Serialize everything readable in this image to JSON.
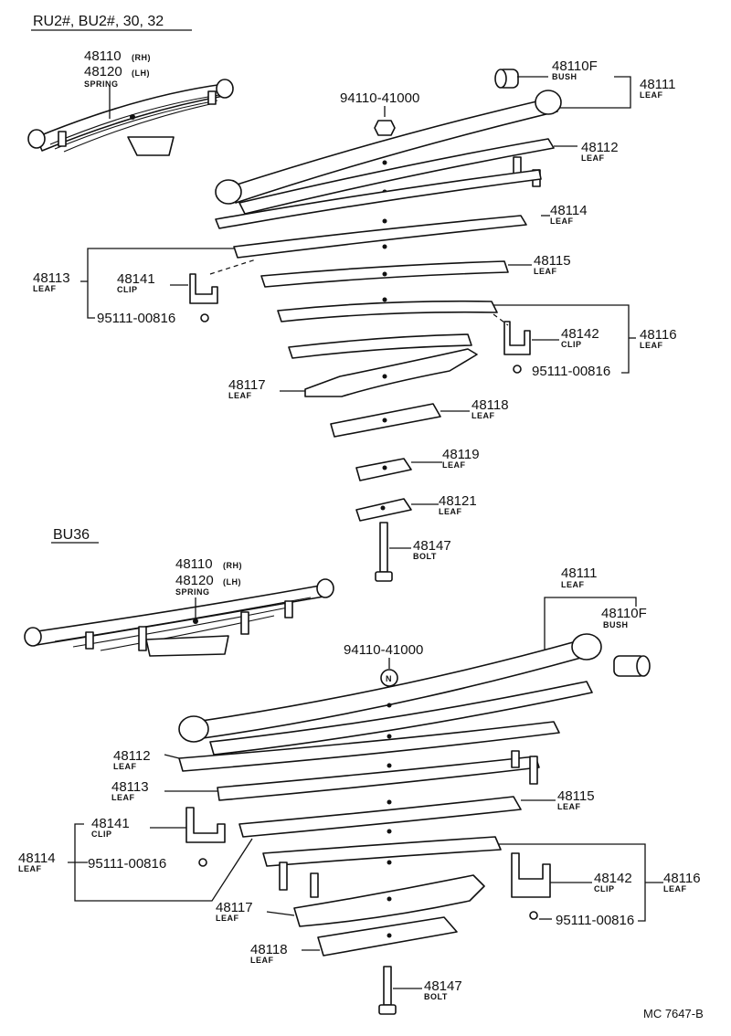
{
  "headers": {
    "section1": "RU2#, BU2#, 30, 32",
    "section2": "BU36",
    "footer": "MC 7647-B"
  },
  "section1": {
    "spring_rh": "48110",
    "spring_rh_suffix": "(RH)",
    "spring_lh": "48120",
    "spring_lh_suffix": "(LH)",
    "spring_sub": "SPRING",
    "bush": "48110F",
    "bush_sub": "BUSH",
    "leaf_48111": "48111",
    "leaf_48112": "48112",
    "leaf_48113": "48113",
    "leaf_48114": "48114",
    "leaf_48115": "48115",
    "leaf_48116": "48116",
    "leaf_48117": "48117",
    "leaf_48118": "48118",
    "leaf_48119": "48119",
    "leaf_48121": "48121",
    "clip_48141": "48141",
    "clip_48142": "48142",
    "nut": "94110-41000",
    "bolt_a": "95111-00816",
    "bolt_b": "95111-00816",
    "bolt_48147": "48147",
    "leaf_sub": "LEAF",
    "clip_sub": "CLIP",
    "bolt_sub": "BOLT"
  },
  "section2": {
    "spring_rh": "48110",
    "spring_rh_suffix": "(RH)",
    "spring_lh": "48120",
    "spring_lh_suffix": "(LH)",
    "spring_sub": "SPRING",
    "bush": "48110F",
    "bush_sub": "BUSH",
    "leaf_48111": "48111",
    "leaf_48112": "48112",
    "leaf_48113": "48113",
    "leaf_48114": "48114",
    "leaf_48115": "48115",
    "leaf_48116": "48116",
    "leaf_48117": "48117",
    "leaf_48118": "48118",
    "clip_48141": "48141",
    "clip_48142": "48142",
    "nut": "94110-41000",
    "nut_mark": "N",
    "bolt_a": "95111-00816",
    "bolt_b": "95111-00816",
    "bolt_48147": "48147",
    "leaf_sub": "LEAF",
    "clip_sub": "CLIP",
    "bolt_sub": "BOLT"
  }
}
